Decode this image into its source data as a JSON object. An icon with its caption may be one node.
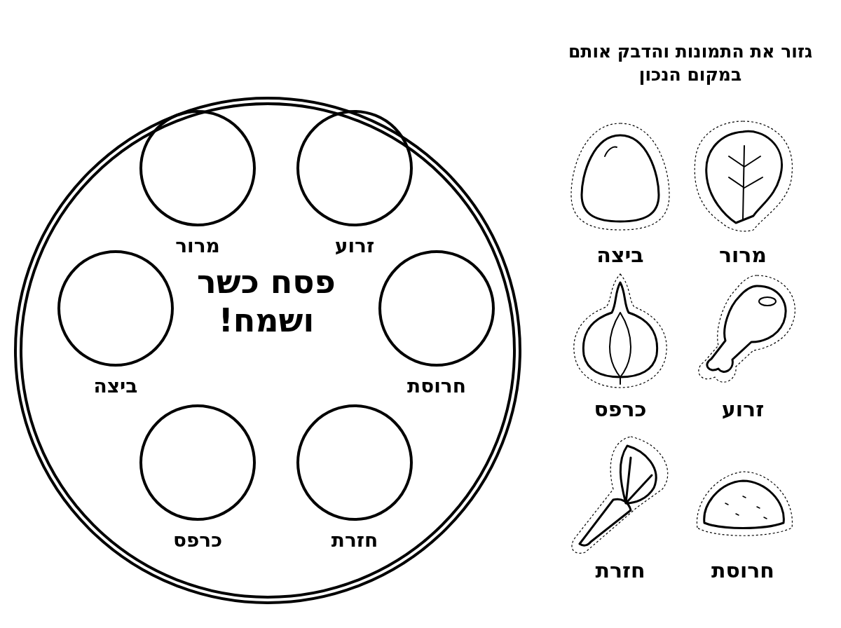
{
  "diagram": {
    "title": "גזור את התמונות והדבק אותם במקום הנכון",
    "nodes": [
      {
        "text": [
          "פסח כשר ושמח!"
        ]
      },
      {
        "text": [
          "זרוע"
        ],
        "in": 0
      },
      {
        "text": [
          "מרור"
        ],
        "in": 0
      },
      {
        "text": [
          "חרוסת"
        ],
        "in": 0
      },
      {
        "text": [
          "ביצה"
        ],
        "in": 0
      },
      {
        "text": [
          "חזרת"
        ],
        "in": 0
      },
      {
        "text": [
          "כרפס"
        ],
        "in": 0
      },
      {
        "text": [
          "מרור"
        ]
      },
      {
        "text": [
          "ביצה"
        ]
      },
      {
        "text": [
          "זרוע"
        ]
      },
      {
        "text": [
          "כרפס"
        ]
      },
      {
        "text": [
          "חרוסת"
        ]
      },
      {
        "text": [
          "חזרת"
        ]
      }
    ],
    "edges": []
  }
}
